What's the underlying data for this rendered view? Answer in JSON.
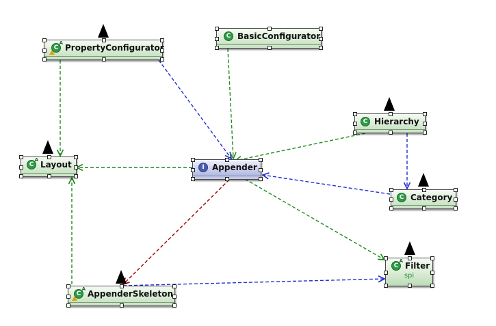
{
  "colors": {
    "class_fill": "#d9ecd5",
    "interface_fill": "#c6cceb",
    "dependency_green": "#1f8a1f",
    "dependency_blue": "#1f2fd0",
    "dependency_red": "#a00000"
  },
  "nodes": {
    "property_configurator": {
      "name": "PropertyConfigurator",
      "icon": "abstract-class-warning-icon"
    },
    "basic_configurator": {
      "name": "BasicConfigurator",
      "icon": "class-icon"
    },
    "hierarchy": {
      "name": "Hierarchy",
      "icon": "class-icon"
    },
    "layout": {
      "name": "Layout",
      "icon": "abstract-class-icon"
    },
    "appender": {
      "name": "Appender",
      "icon": "interface-icon"
    },
    "category": {
      "name": "Category",
      "icon": "class-icon"
    },
    "filter": {
      "name": "Filter",
      "package": "spi",
      "icon": "abstract-class-icon"
    },
    "appender_skeleton": {
      "name": "AppenderSkeleton",
      "icon": "abstract-class-warning-icon"
    }
  }
}
